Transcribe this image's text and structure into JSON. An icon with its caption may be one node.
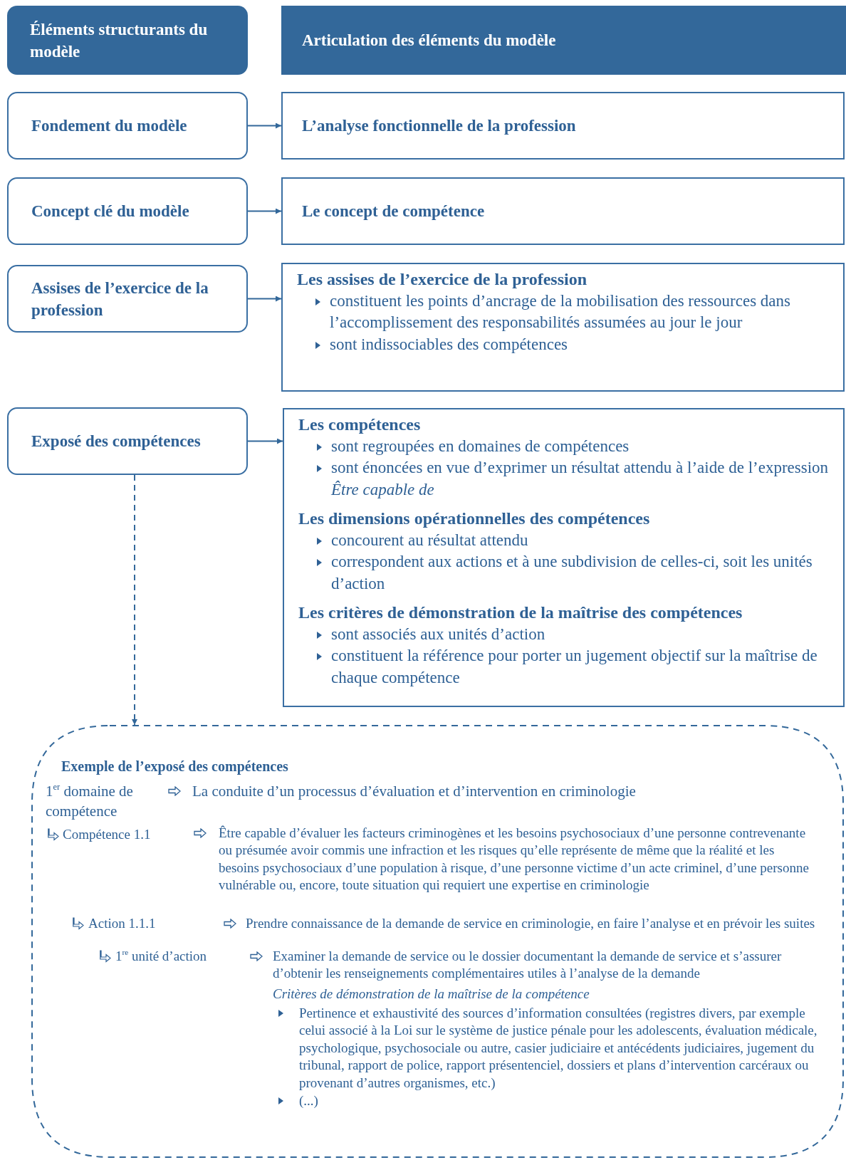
{
  "diagram": {
    "nodes": [
      {
        "text": [
          "Éléments structurants du modèle"
        ]
      },
      {
        "text": [
          "Articulation des éléments du modèle"
        ]
      },
      {
        "text": [
          "Fondement du modèle"
        ]
      },
      {
        "text": [
          "L’analyse fonctionnelle de la profession"
        ]
      },
      {
        "text": [
          "Concept clé du modèle"
        ]
      },
      {
        "text": [
          "Le concept de compétence"
        ]
      },
      {
        "text": [
          "Assises de l’exercice de la profession"
        ]
      },
      {
        "text": [
          "Les assises de l’exercice de la profession",
          "constituent les points d’ancrage de la mobilisation des ressources dans l’accomplissement des responsabilités assumées au jour le jour",
          "sont indissociables des compétences"
        ]
      },
      {
        "text": [
          "Exposé des compétences"
        ]
      },
      {
        "text": [
          "Les compétences",
          "sont regroupées en domaines de compétences",
          "sont énoncées en vue d’exprimer un résultat attendu à l’aide de l’expression *Être capable de*",
          "Les dimensions opérationnelles des compétences",
          "concourent au résultat attendu",
          "correspondent aux actions et à une subdivision de celles-ci, soit les unités d’action",
          "Les critères de démonstration de la maîtrise des compétences",
          "sont associés aux unités d’action",
          "constituent la référence pour porter un jugement objectif sur la maîtrise de chaque compétence"
        ]
      },
      {
        "text": [
          "Exemple de l’exposé des compétences",
          "1$^{er}$ domaine de compétence",
          "La conduite d’un processus d’évaluation et d’intervention en criminologie",
          "Compétence 1.1",
          "Être capable d’évaluer les facteurs criminogènes et les besoins psychosociaux d’une personne contrevenante ou présumée avoir commis une infraction et les risques qu’elle représente de même que la réalité et les besoins psychosociaux d’une population à risque, d’une personne victime d’un acte criminel, d’une personne vulnérable ou, encore, toute situation qui requiert une expertise en criminologie",
          "Action 1.1.1",
          "Prendre connaissance de la demande de service en criminologie, en faire l’analyse et en prévoir les suites",
          "1$^{re}$ unité d’action",
          "Examiner la demande de service ou le dossier documentant la demande de service et s’assurer d’obtenir les renseignements complémentaires utiles à l’analyse de la demande",
          "Critères de démonstration de la maîtrise de la compétence",
          "Pertinence et exhaustivité des sources d’information consultées (registres divers, par exemple celui associé à la Loi sur le système de justice pénale pour les adolescents, évaluation médicale, psychologique, psychosociale ou autre, casier judiciaire et antécédents judiciaires, jugement du tribunal, rapport de police, rapport présentenciel, dossiers et plans d’intervention carcéraux ou provenant d’autres organismes, etc.)",
          "(...)"
        ]
      }
    ],
    "edges": [
      {
        "from": 2,
        "to": 3,
        "arrow": "to"
      },
      {
        "from": 4,
        "to": 5,
        "arrow": "to"
      },
      {
        "from": 6,
        "to": 7,
        "arrow": "to"
      },
      {
        "from": 8,
        "to": 9,
        "arrow": "to"
      },
      {
        "from": 8,
        "to": 10,
        "arrow": "to",
        "style": "dashed"
      }
    ]
  }
}
